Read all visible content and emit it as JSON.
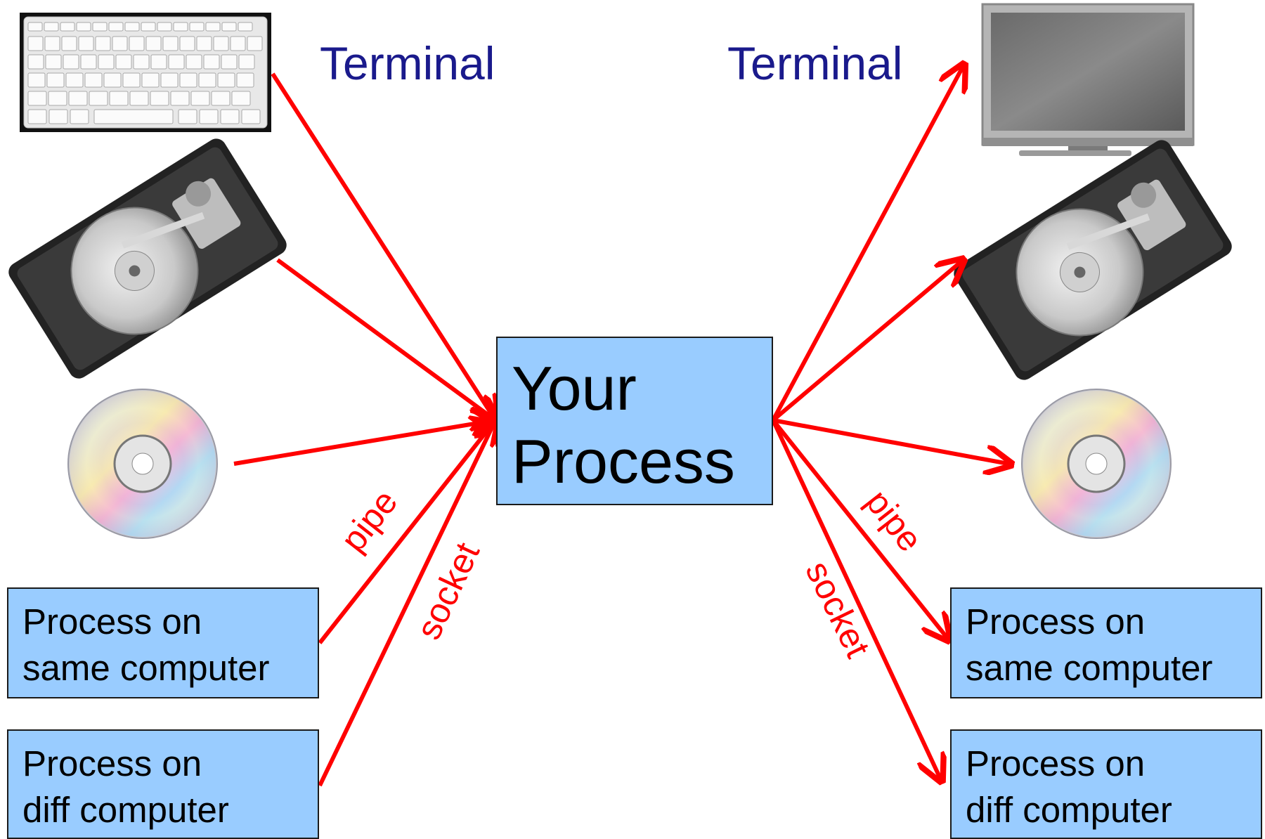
{
  "center_process": {
    "line1": "Your",
    "line2": "Process"
  },
  "terminal_labels": {
    "input": "Terminal",
    "output": "Terminal"
  },
  "connection_labels": {
    "left_pipe": "pipe",
    "left_socket": "socket",
    "right_pipe": "pipe",
    "right_socket": "socket"
  },
  "left_boxes": [
    {
      "line1": "Process on",
      "line2": "same computer"
    },
    {
      "line1": "Process on",
      "line2": "diff computer"
    }
  ],
  "right_boxes": [
    {
      "line1": "Process on",
      "line2": "same computer"
    },
    {
      "line1": "Process on",
      "line2": "diff computer"
    }
  ],
  "icons": [
    "keyboard-icon",
    "hard-drive-icon",
    "cd-disc-icon",
    "monitor-icon"
  ],
  "colors": {
    "arrow": "#ff0000",
    "box_fill": "#99ccff",
    "terminal_text": "#1a1a8c"
  }
}
